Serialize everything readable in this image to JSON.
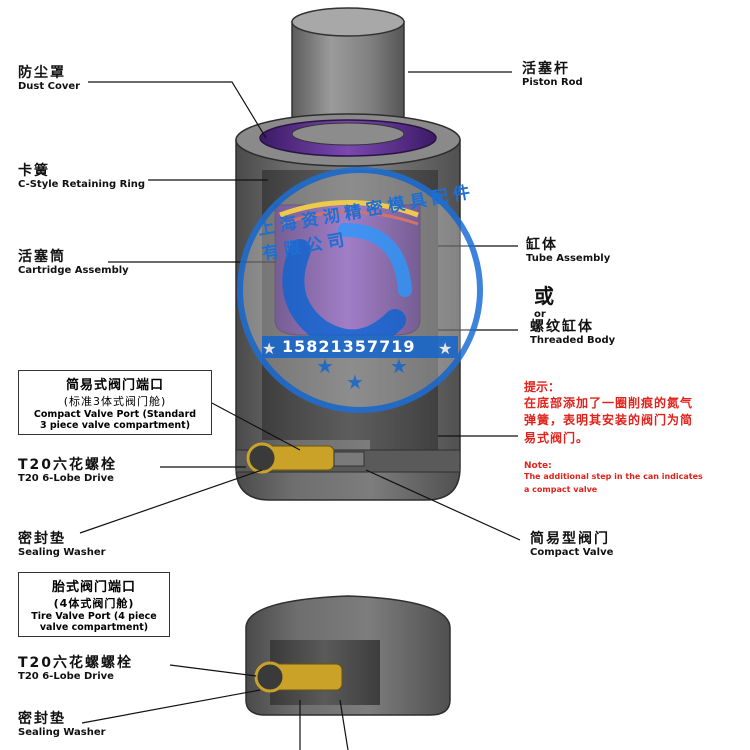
{
  "labels": {
    "dust_cover": {
      "cn": "防尘罩",
      "en": "Dust Cover"
    },
    "c_ring": {
      "cn": "卡簧",
      "en": "C-Style Retaining Ring"
    },
    "cartridge": {
      "cn": "活塞筒",
      "en": "Cartridge Assembly"
    },
    "compact_port": {
      "cn": "简易式阀门端口",
      "cn2": "(标准3体式阀门舱)",
      "en": "Compact Valve Port (Standard",
      "en2": "3 piece valve compartment)"
    },
    "t20_a": {
      "cn": "T20六花螺栓",
      "en": "T20 6-Lobe Drive"
    },
    "washer_a": {
      "cn": "密封垫",
      "en": "Sealing Washer"
    },
    "tire_port": {
      "cn": "胎式阀门端口",
      "cn2": "(4体式阀门舱)",
      "en": "Tire Valve Port (4 piece",
      "en2": "valve compartment)"
    },
    "t20_b": {
      "cn": "T20六花螺螺栓",
      "en": "T20 6-Lobe Drive"
    },
    "washer_b": {
      "cn": "密封垫",
      "en": "Sealing Washer"
    },
    "piston_rod": {
      "cn": "活塞杆",
      "en": "Piston Rod"
    },
    "tube": {
      "cn": "缸体",
      "en": "Tube Assembly"
    },
    "or": {
      "cn": "或",
      "en": "or"
    },
    "threaded": {
      "cn": "螺纹缸体",
      "en": "Threaded Body"
    },
    "compact_valve": {
      "cn": "简易型阀门",
      "en": "Compact Valve"
    }
  },
  "note": {
    "heading": "提示：",
    "body_lines": [
      "在底部添加了一圈削痕的氮气",
      "弹簧，表明其安装的阀门为简",
      "易式阀门。"
    ],
    "en_heading": "Note:",
    "en_lines": [
      "The additional step in the can indicates",
      "a compact valve"
    ]
  },
  "watermark": {
    "arc_text": "上海资沏精密模具配件有限公司",
    "phone": "15821357719",
    "color": "#1d6fd6"
  },
  "colors": {
    "body_gray": "#6b6b6b",
    "dark_gray": "#4a4a4a",
    "light_gray": "#9a9a9a",
    "purple": "#5a2d8a",
    "note_red": "#e0231c",
    "brass": "#c9a227"
  }
}
